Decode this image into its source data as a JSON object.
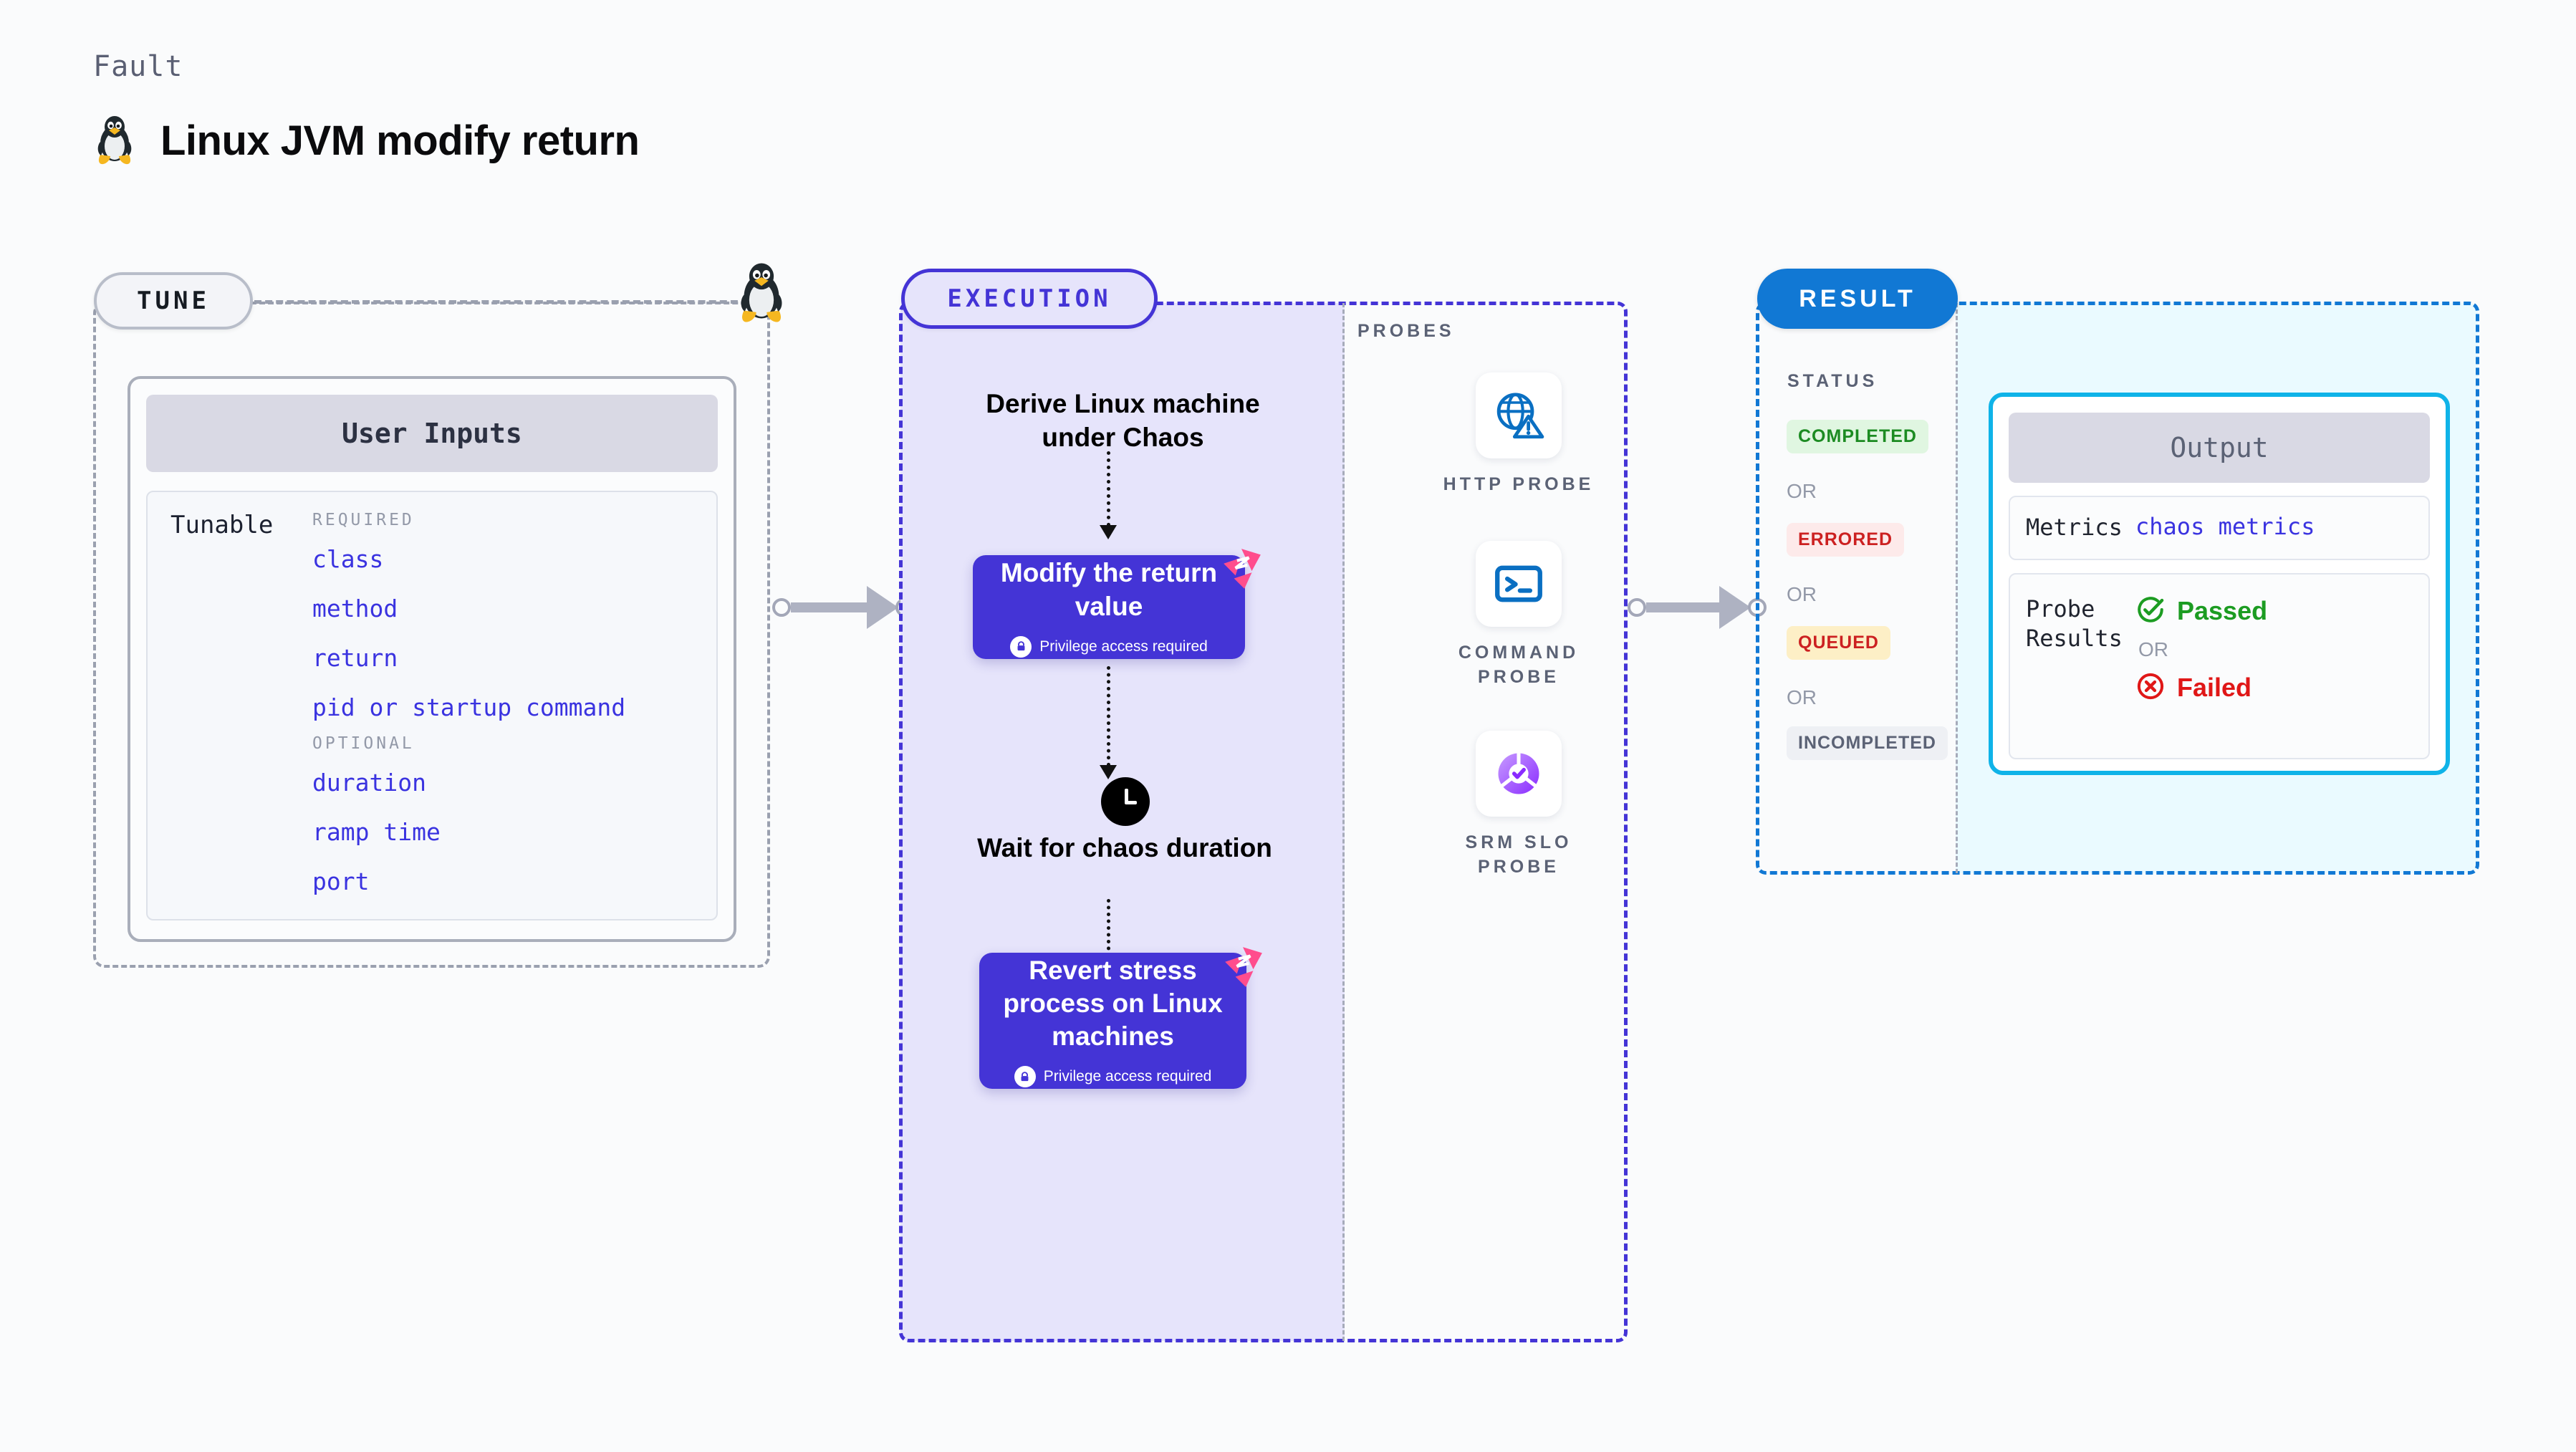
{
  "header": {
    "eyebrow": "Fault",
    "title": "Linux JVM modify return",
    "icon": "linux-penguin-icon"
  },
  "tune": {
    "pill_label": "TUNE",
    "card_title": "User Inputs",
    "tunable_label": "Tunable",
    "groups": [
      {
        "heading": "REQUIRED",
        "items": [
          "class",
          "method",
          "return",
          "pid or startup command"
        ]
      },
      {
        "heading": "OPTIONAL",
        "items": [
          "duration",
          "ramp time",
          "port"
        ]
      }
    ]
  },
  "execution": {
    "pill_label": "EXECUTION",
    "step_derive": "Derive Linux machine under Chaos",
    "step_modify": "Modify the return value",
    "step_modify_note": "Privilege access required",
    "step_wait": "Wait for chaos duration",
    "step_revert": "Revert stress process on Linux machines",
    "step_revert_note": "Privilege access required"
  },
  "probes": {
    "section_label": "PROBES",
    "items": [
      {
        "name": "HTTP PROBE",
        "icon": "globe-warning-icon"
      },
      {
        "name": "COMMAND PROBE",
        "icon": "terminal-icon"
      },
      {
        "name": "SRM SLO PROBE",
        "icon": "slo-donut-check-icon"
      }
    ]
  },
  "result": {
    "pill_label": "RESULT",
    "status_label": "STATUS",
    "or_label": "OR",
    "statuses": [
      {
        "label": "COMPLETED",
        "bg": "#e0f6e1",
        "fg": "#1c8b22"
      },
      {
        "label": "ERRORED",
        "bg": "#fdeaea",
        "fg": "#cc2121"
      },
      {
        "label": "QUEUED",
        "bg": "#fdefc6",
        "fg": "#cc2121"
      },
      {
        "label": "INCOMPLETED",
        "bg": "#eef0f4",
        "fg": "#5b6275"
      }
    ],
    "output": {
      "title": "Output",
      "metrics_key": "Metrics",
      "metrics_value": "chaos metrics",
      "probe_results_key": "Probe Results",
      "passed_label": "Passed",
      "failed_label": "Failed",
      "or_label": "OR"
    }
  },
  "colors": {
    "page_bg": "#fafbfc",
    "tune_border": "#9aa0af",
    "execution_accent": "#4434d6",
    "execution_fill": "#e6e4fb",
    "result_accent": "#1178d4",
    "result_fill": "#eafaff",
    "output_border": "#0fb3e8",
    "tunable_text": "#3a33e0",
    "harness_pink": "#ff4d8d",
    "passed_green": "#1c9c22",
    "failed_red": "#e01717"
  }
}
